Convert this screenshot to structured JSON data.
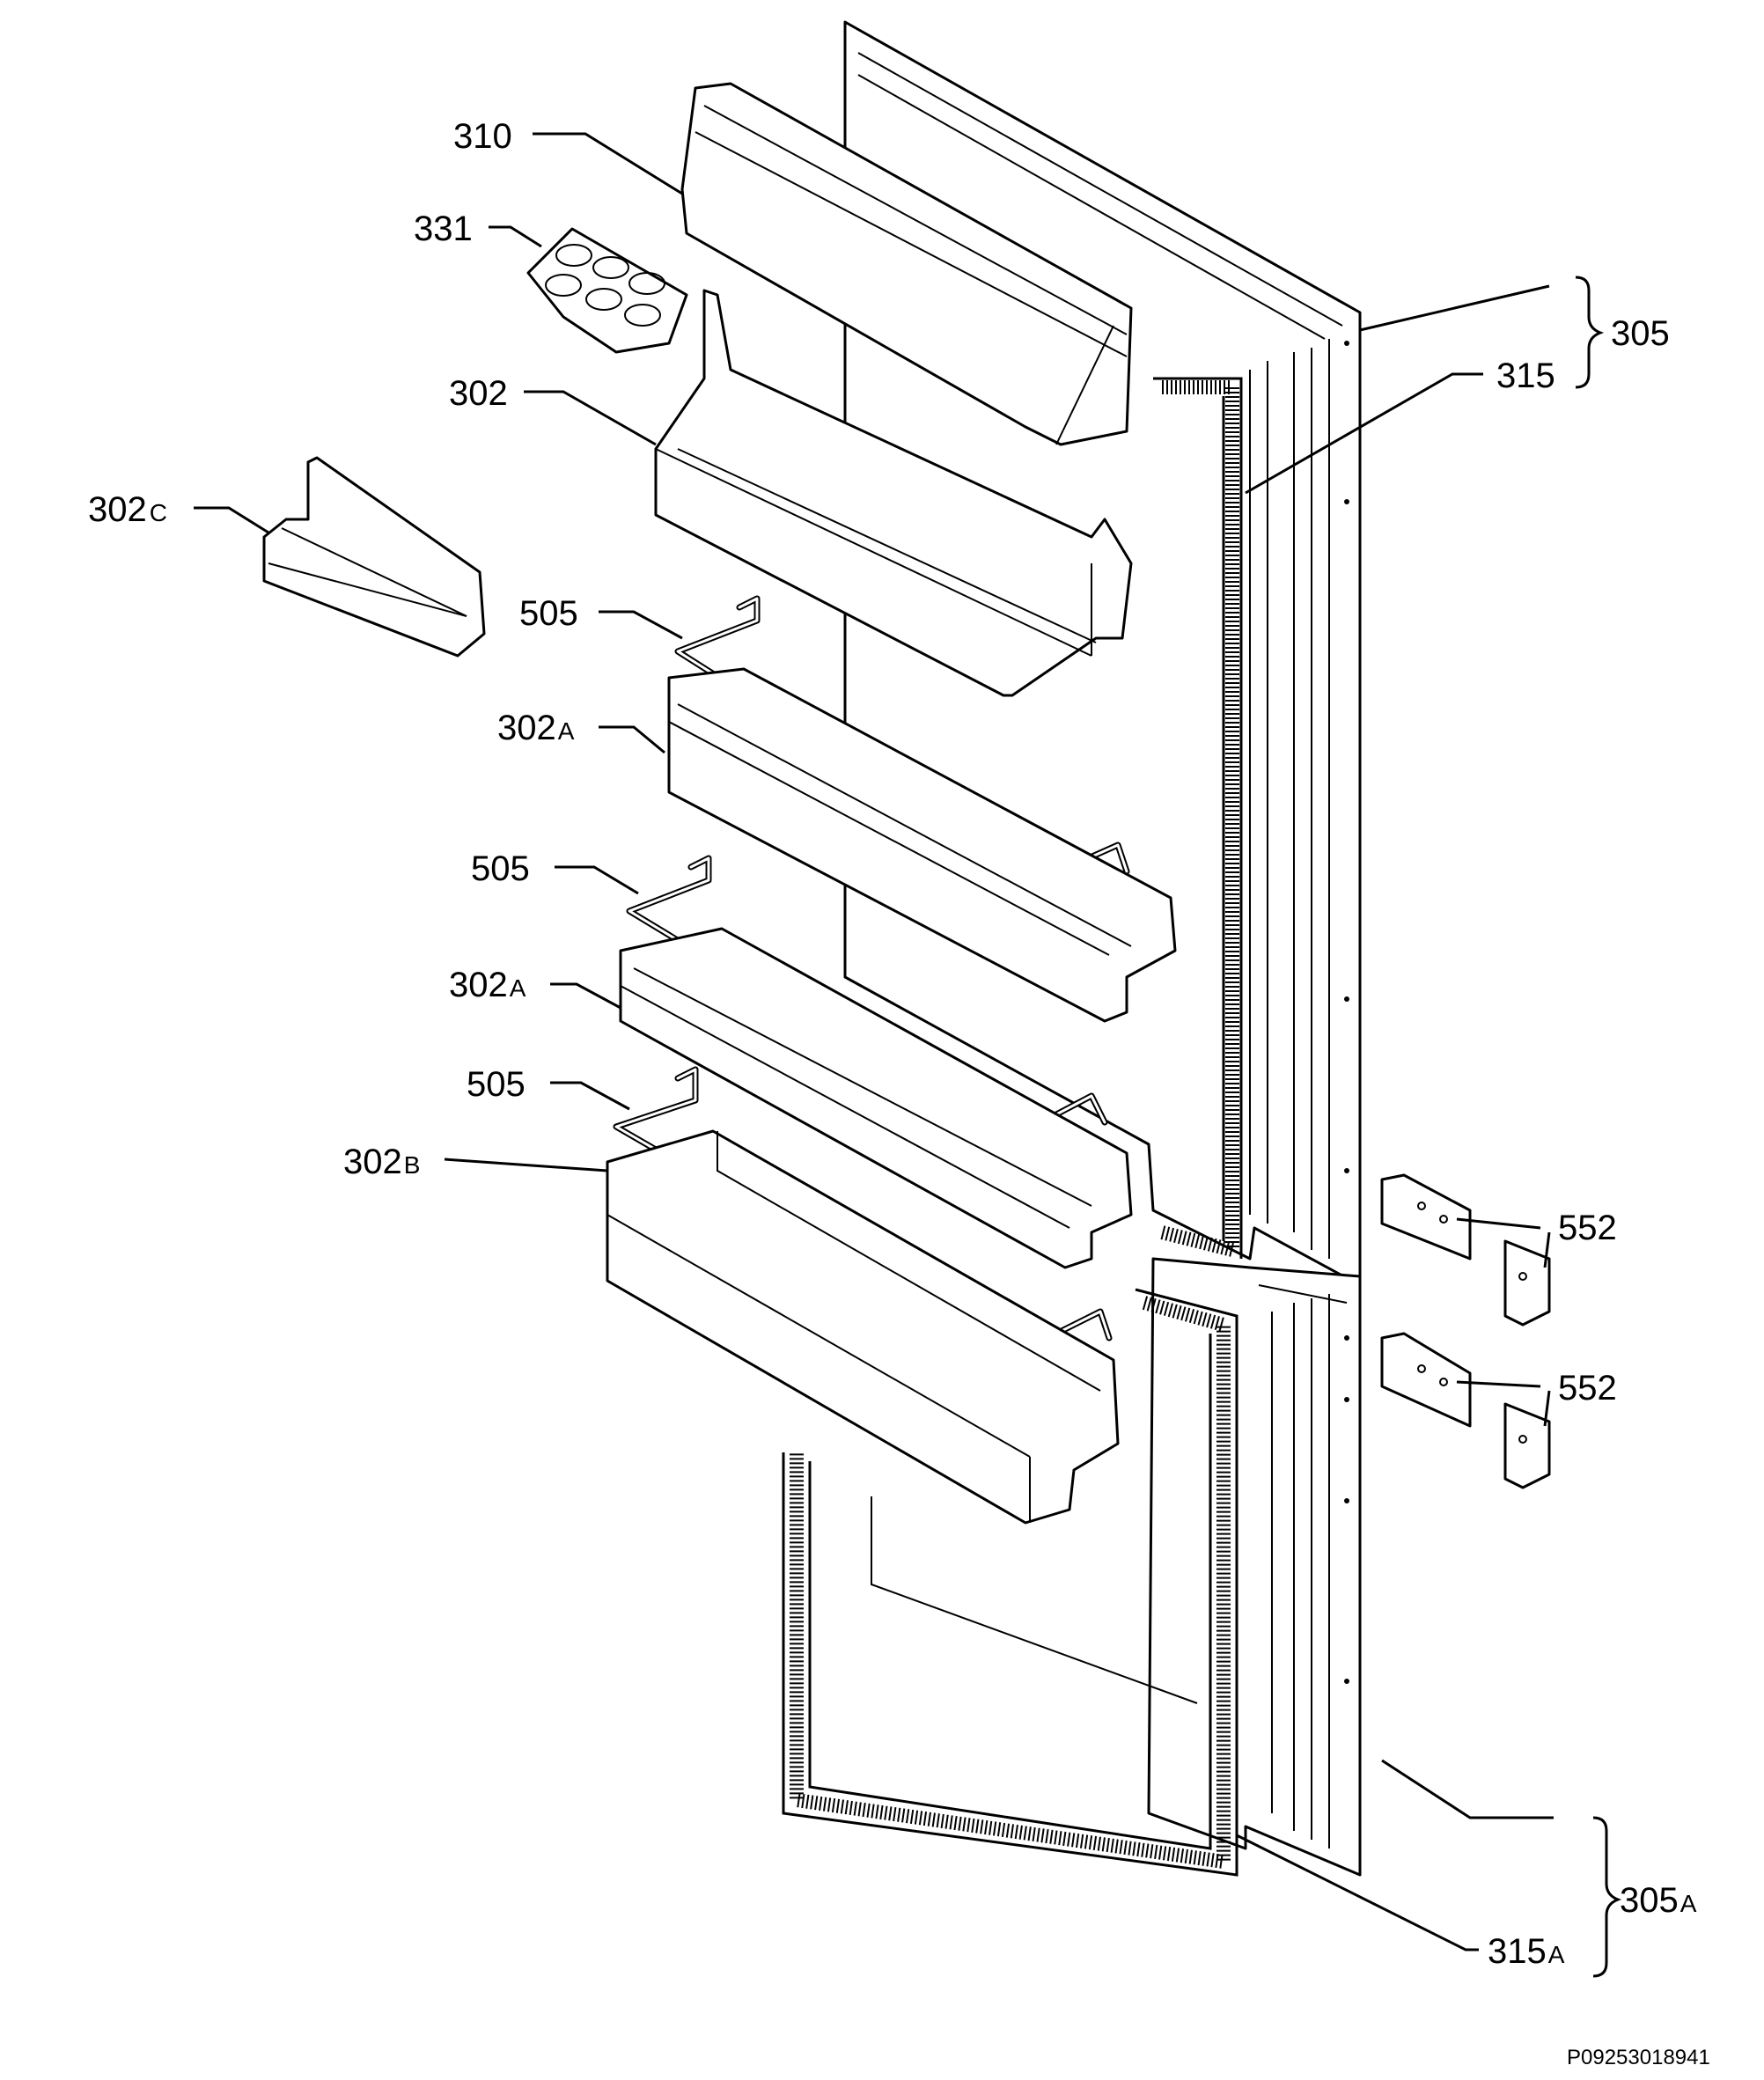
{
  "diagram": {
    "callouts": [
      {
        "id": "c310",
        "base": "310",
        "suffix": ""
      },
      {
        "id": "c331",
        "base": "331",
        "suffix": ""
      },
      {
        "id": "c302",
        "base": "302",
        "suffix": ""
      },
      {
        "id": "c302c",
        "base": "302",
        "suffix": "C"
      },
      {
        "id": "c505a",
        "base": "505",
        "suffix": ""
      },
      {
        "id": "c302a1",
        "base": "302",
        "suffix": "A"
      },
      {
        "id": "c505b",
        "base": "505",
        "suffix": ""
      },
      {
        "id": "c302a2",
        "base": "302",
        "suffix": "A"
      },
      {
        "id": "c505c",
        "base": "505",
        "suffix": ""
      },
      {
        "id": "c302b",
        "base": "302",
        "suffix": "B"
      },
      {
        "id": "c305",
        "base": "305",
        "suffix": ""
      },
      {
        "id": "c315",
        "base": "315",
        "suffix": ""
      },
      {
        "id": "c552a",
        "base": "552",
        "suffix": ""
      },
      {
        "id": "c552b",
        "base": "552",
        "suffix": ""
      },
      {
        "id": "c305a",
        "base": "305",
        "suffix": "A"
      },
      {
        "id": "c315a",
        "base": "315",
        "suffix": "A"
      }
    ],
    "drawing_code": "P09253018941"
  }
}
